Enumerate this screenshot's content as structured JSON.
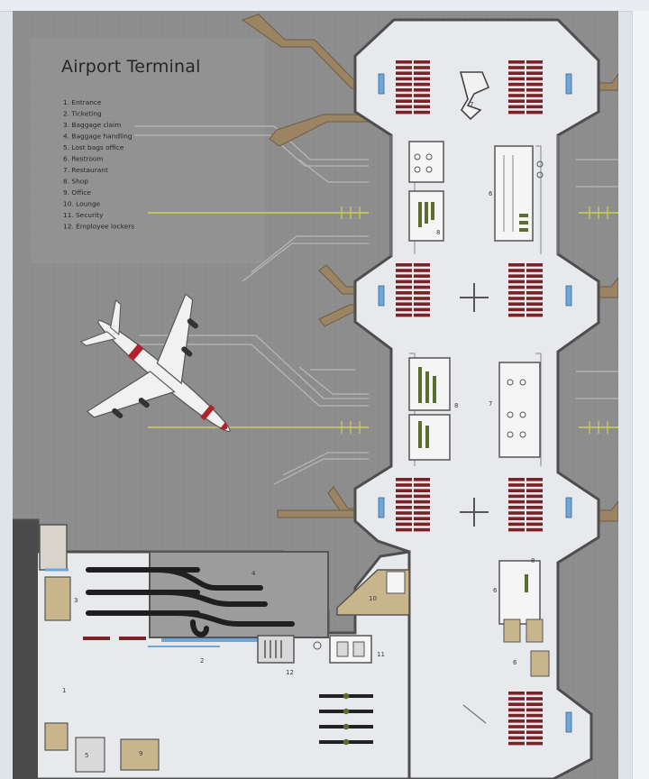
{
  "map": {
    "title": "Airport Terminal",
    "legend": [
      "1. Entrance",
      "2. Ticketing",
      "3. Baggage claim",
      "4. Baggage handling",
      "5. Lost bags office",
      "6. Restroom",
      "7. Restaurant",
      "8. Shop",
      "9. Office",
      "10. Lounge",
      "11. Security",
      "12. Employee lockers"
    ],
    "room_labels": {
      "entrance": "1",
      "ticketing": "2",
      "baggage_claim": "3",
      "baggage_handling": "4",
      "lost_bags": "5",
      "restroom_a": "6",
      "restroom_b": "6",
      "restroom_c": "6",
      "restaurant_a": "7",
      "restaurant_b": "7",
      "shop_a": "8",
      "shop_b": "8",
      "shop_c": "8",
      "office": "9",
      "lounge": "10",
      "security": "11",
      "lockers": "12"
    },
    "colors": {
      "tarmac": "#8f8f8f",
      "floor": "#e9ebee",
      "wall": "#555555",
      "seat": "#7a2226",
      "gate_blue": "#6fa6d8",
      "plant": "#5c6e2e",
      "jetway": "#9a8260",
      "runway_line": "#c8c850",
      "plane_red": "#b0232a"
    }
  }
}
